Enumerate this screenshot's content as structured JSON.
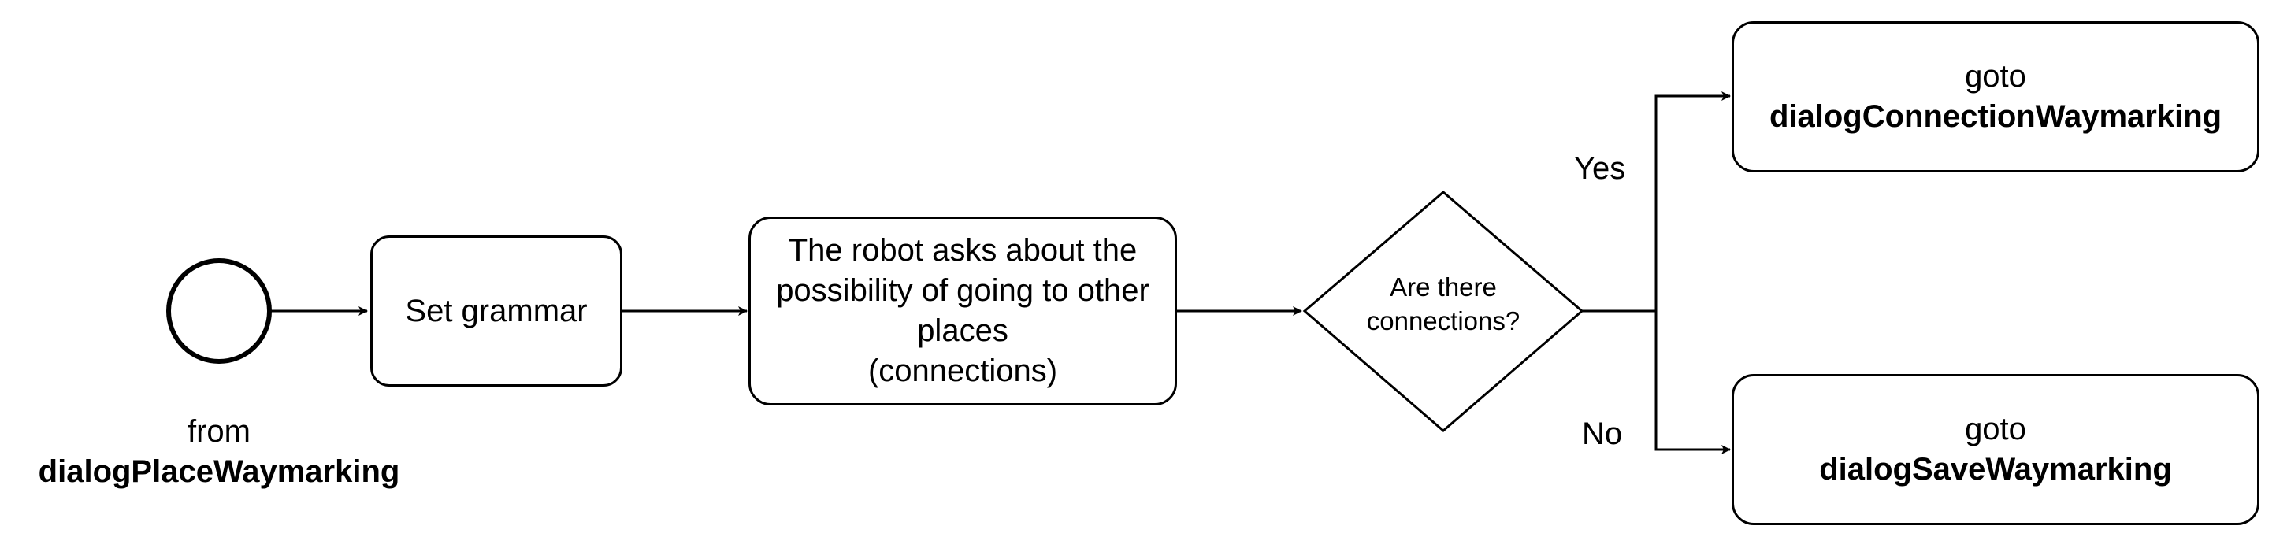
{
  "start": {
    "label_line1": "from",
    "label_line2": "dialogPlaceWaymarking"
  },
  "set_grammar": {
    "label": "Set grammar"
  },
  "robot_asks": {
    "line1": "The robot asks about the",
    "line2": "possibility of going to other",
    "line3": "places",
    "line4": "(connections)"
  },
  "decision": {
    "line1": "Are there",
    "line2": "connections?"
  },
  "branches": {
    "yes": "Yes",
    "no": "No"
  },
  "goto_connection": {
    "line1": "goto",
    "line2": "dialogConnectionWaymarking"
  },
  "goto_save": {
    "line1": "goto",
    "line2": "dialogSaveWaymarking"
  }
}
